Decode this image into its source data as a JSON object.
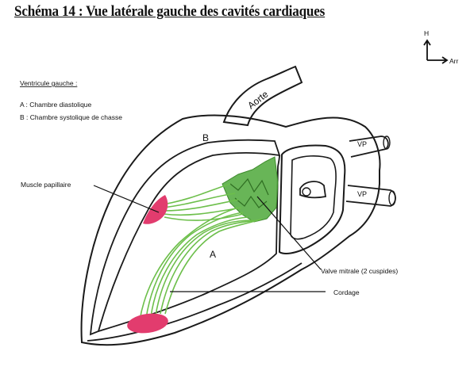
{
  "title": "Schéma 14 : Vue latérale gauche des cavités cardiaques",
  "orientation": {
    "up": "H",
    "right": "Arr"
  },
  "legend": {
    "heading": "Ventricule gauche :",
    "items": [
      "A : Chambre diastolique",
      "B : Chambre systolique de chasse"
    ]
  },
  "labels": {
    "aorte": "Aorte",
    "chamber_a": "A",
    "chamber_b": "B",
    "vp_upper": "VP",
    "vp_lower": "VP",
    "muscle_papillaire": "Muscle papillaire",
    "valve_mitrale": "Valve mitrale (2 cuspides)",
    "cordage": "Cordage"
  },
  "colors": {
    "outline": "#1a1a1a",
    "cordage_green": "#6dbf4b",
    "valve_green": "#4ea83a",
    "papillary_pink": "#e23c6e"
  }
}
